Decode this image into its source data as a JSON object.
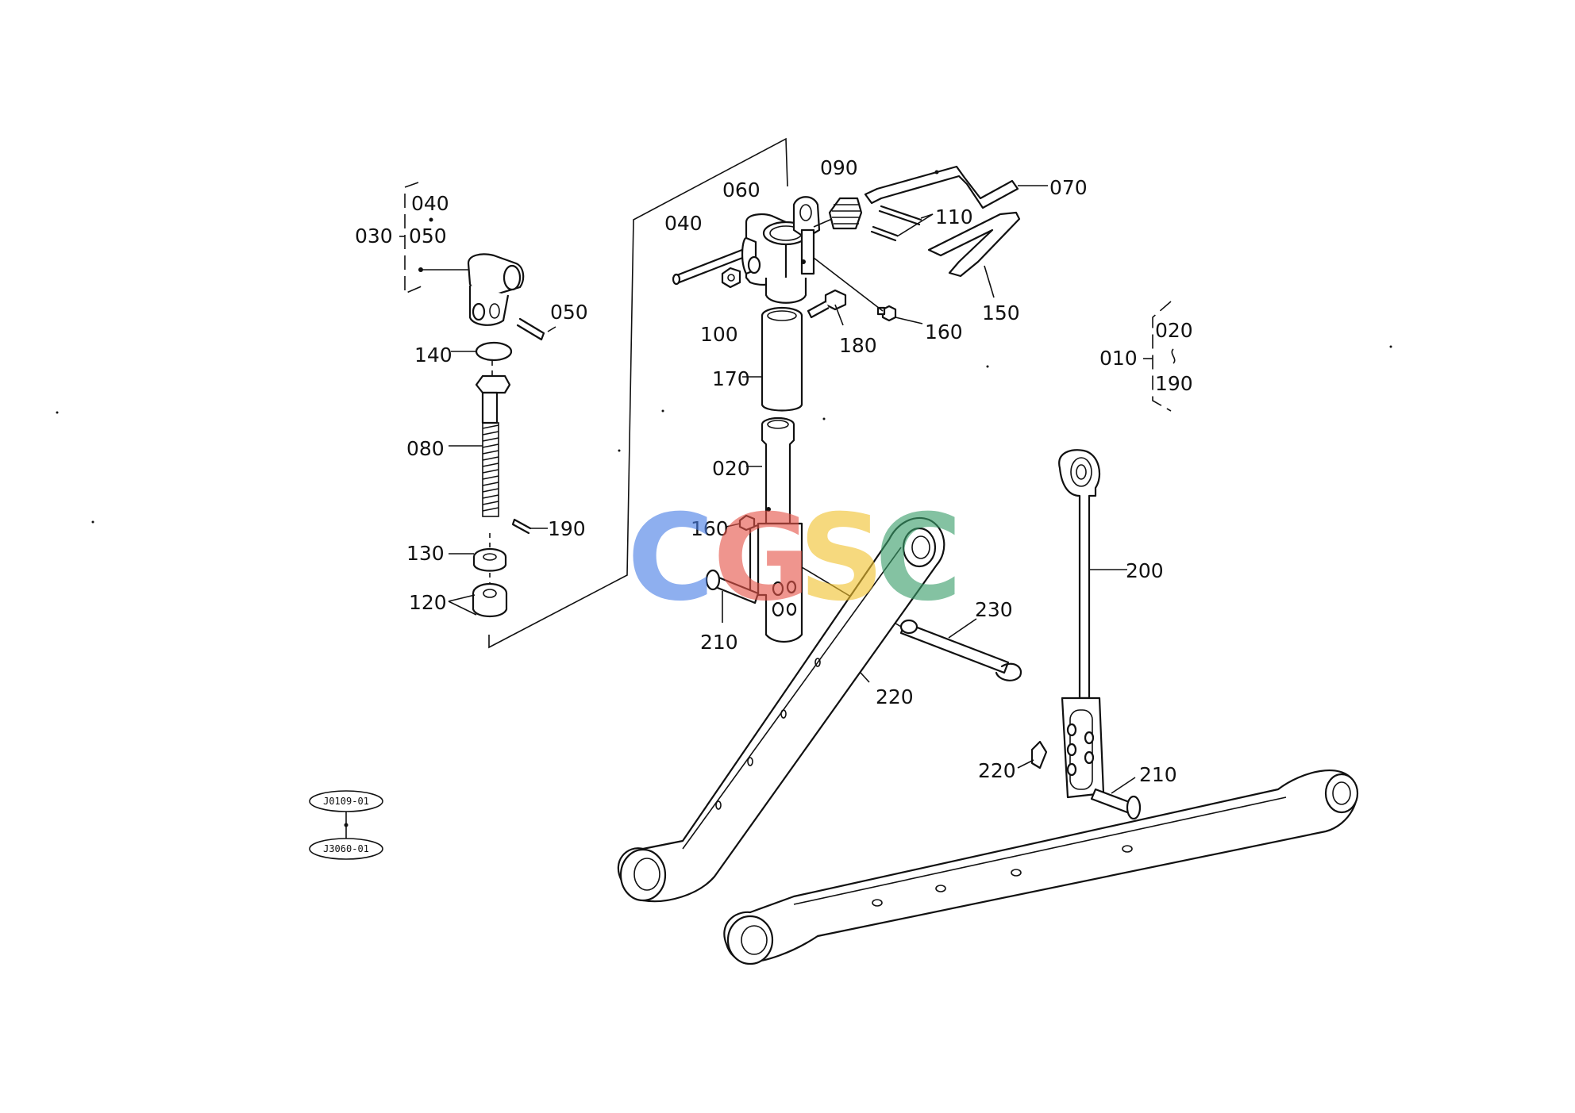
{
  "labels": {
    "p040a": "040",
    "p030": "030",
    "p050a": "050",
    "p050b": "050",
    "p140": "140",
    "p080": "080",
    "p190a": "190",
    "p130": "130",
    "p120": "120",
    "p040b": "040",
    "p060": "060",
    "p090": "090",
    "p070": "070",
    "p110": "110",
    "p150": "150",
    "p100": "100",
    "p180": "180",
    "p160a": "160",
    "p170": "170",
    "p020a": "020",
    "p160b": "160",
    "p210a": "210",
    "p220a": "220",
    "p230": "230",
    "p010": "010",
    "p020b": "020",
    "p190b": "190",
    "p200": "200",
    "p220b": "220",
    "p210b": "210"
  },
  "refs": {
    "ref1": "J0109-01",
    "ref2": "J3060-01"
  },
  "watermark": {
    "letters": [
      "C",
      "G",
      "S",
      "C"
    ],
    "colors": [
      "#4a7fe6",
      "#e6554a",
      "#f2c230",
      "#3a9e6a"
    ]
  }
}
